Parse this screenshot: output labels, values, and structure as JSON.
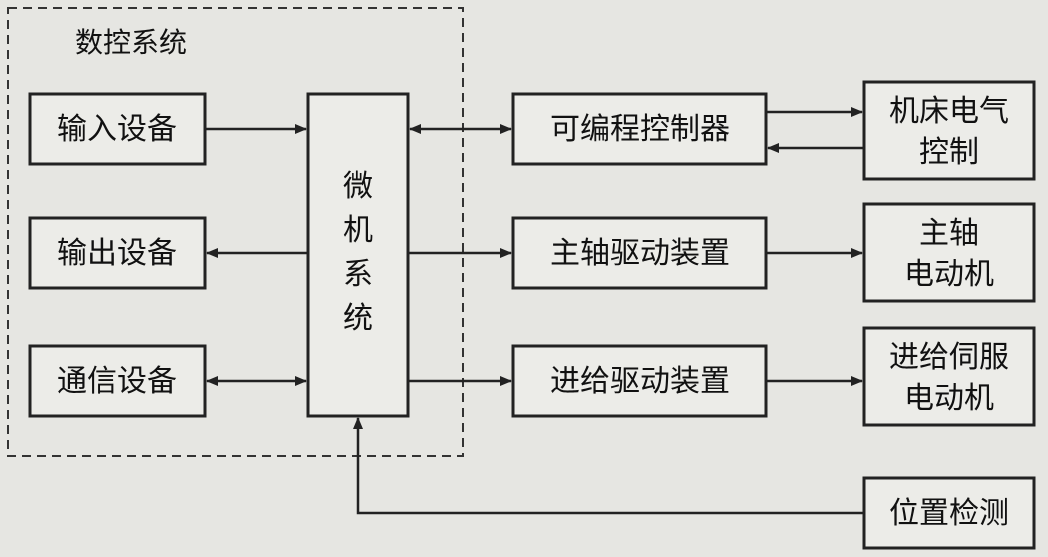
{
  "system_label": "数控系统",
  "boxes": {
    "input": "输入设备",
    "output": "输出设备",
    "comm": "通信设备",
    "micro": [
      "微",
      "机",
      "系",
      "统"
    ],
    "plc": "可编程控制器",
    "spindle_drive": "主轴驱动装置",
    "feed_drive": "进给驱动装置",
    "machine_elec": [
      "机床电气",
      "控制"
    ],
    "spindle_motor": [
      "主轴",
      "电动机"
    ],
    "feed_motor": [
      "进给伺服",
      "电动机"
    ],
    "position": "位置检测"
  }
}
